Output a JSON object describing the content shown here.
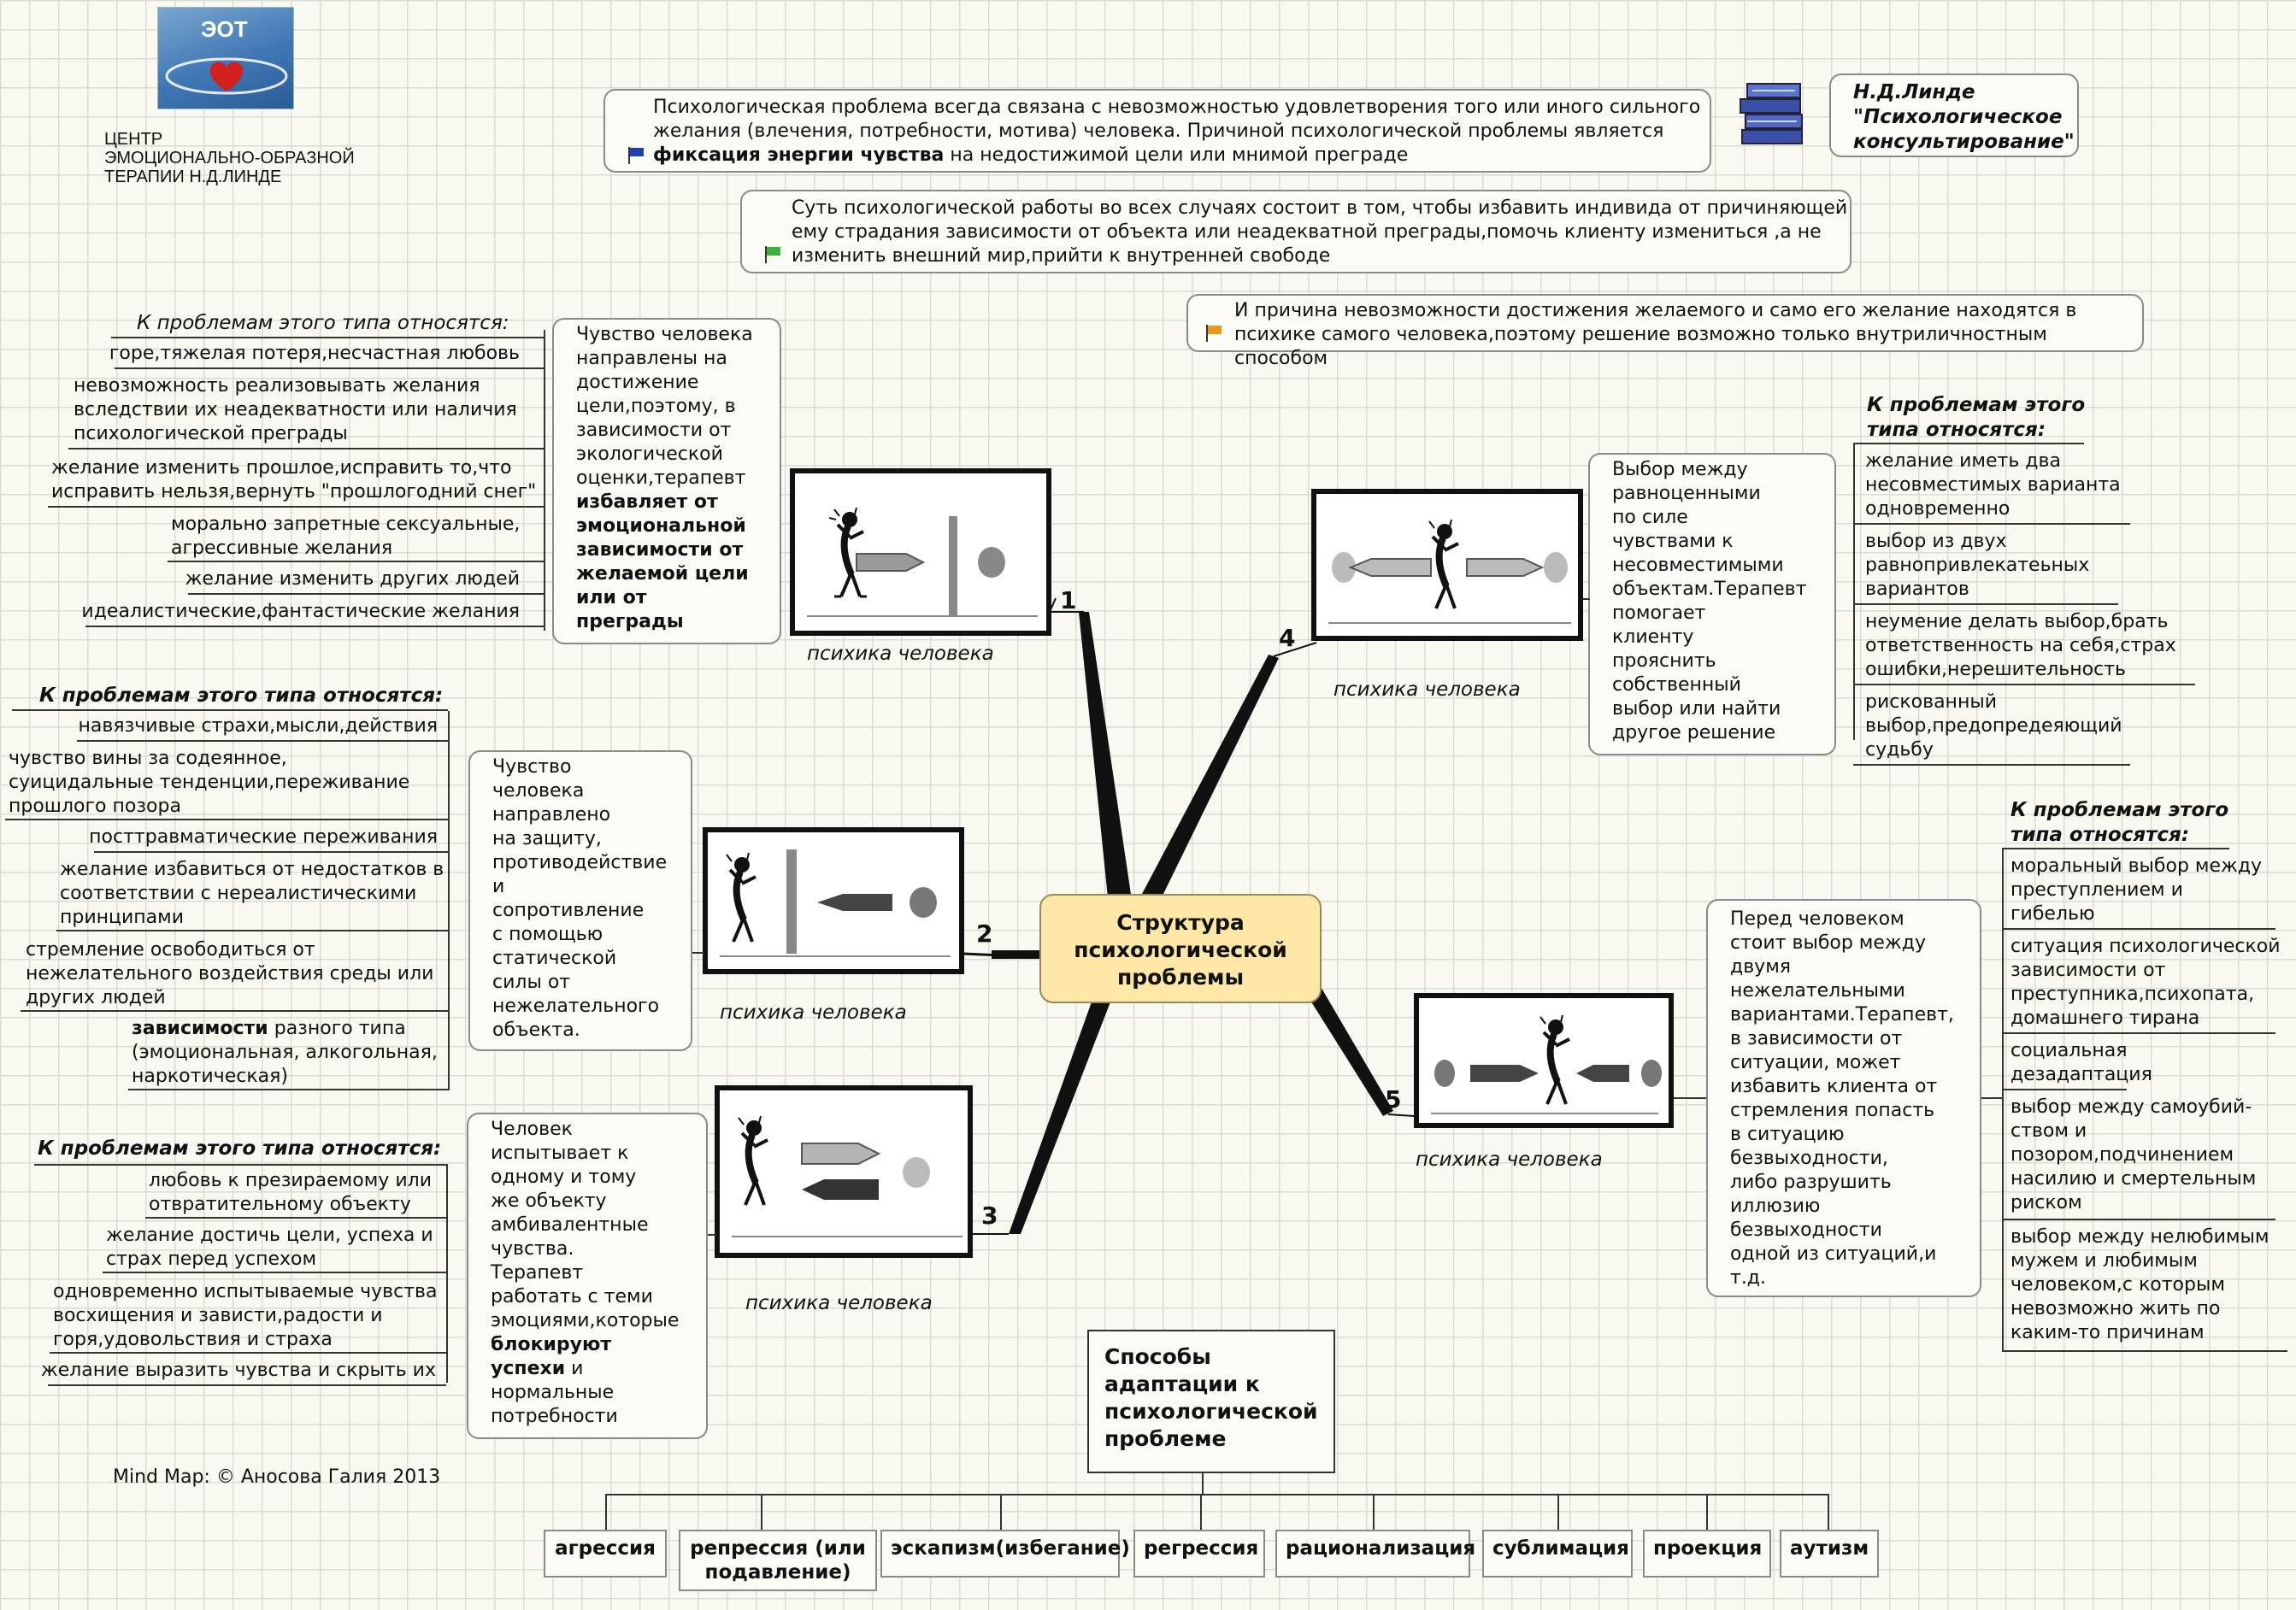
{
  "logo": {
    "text": "ЭОТ"
  },
  "center_title": [
    "ЦЕНТР",
    "ЭМОЦИОНАЛЬНО-ОБРАЗНОЙ",
    "ТЕРАПИИ Н.Д.ЛИНДЕ"
  ],
  "credit": "Mind Map: © Аносова Галия 2013",
  "book": {
    "author": "Н.Д.Линде",
    "title_line1": "\"Психологическое",
    "title_line2": "консультирование\""
  },
  "note1": {
    "line1": "Психологическая проблема всегда связана с невозможностью удовлетворения того или иного сильного",
    "line2": "желания (влечения, потребности, мотива)  человека.   Причиной психологической проблемы является",
    "line3_bold": "фиксация энергии чувства",
    "line3_rest": " на недостижимой цели или мнимой преграде"
  },
  "note2": {
    "line1": "Суть психологической работы во всех случаях состоит в том, чтобы избавить индивида от причиняющей",
    "line2": "ему страдания зависимости от объекта или неадекватной преграды,помочь клиенту измениться ,а не",
    "line3": "изменить внешний мир,прийти к внутренней свободе"
  },
  "note3": {
    "line1": "И причина невозможности достижения желаемого и само его желание находятся в",
    "line2": "психике самого человека,поэтому решение возможно только внутриличностным способом"
  },
  "central": [
    "Структура",
    "психологической",
    "проблемы"
  ],
  "psyche_label": "психика человека",
  "branch1": {
    "number": "1",
    "heading": "К проблемам этого типа относятся:",
    "items": [
      [
        "горе,тяжелая потеря,несчастная любовь"
      ],
      [
        "невозможность реализовывать желания",
        "вследствии их неадекватности  или наличия",
        "психологической преграды"
      ],
      [
        "желание изменить прошлое,исправить то,что",
        "исправить нельзя,вернуть \"прошлогодний снег\""
      ],
      [
        "морально запретные сексуальные,",
        "агрессивные желания"
      ],
      [
        "желание изменить других людей"
      ],
      [
        "идеалистические,фантастические желания"
      ]
    ],
    "desc": [
      "Чувство человека",
      "направлены на",
      "достижение",
      "цели,поэтому, в",
      "зависимости от",
      "экологической",
      "оценки,терапевт"
    ],
    "desc_bold": [
      "избавляет от",
      "эмоциональной",
      "зависимости от",
      "желаемой цели",
      "или     от",
      "преграды"
    ]
  },
  "branch2": {
    "number": "2",
    "heading": "К проблемам этого типа относятся:",
    "items": [
      [
        "навязчивые страхи,мысли,действия"
      ],
      [
        "чувство вины за содеянное,",
        "суицидальные тенденции,переживание",
        "прошлого позора"
      ],
      [
        "посттравматические переживания"
      ],
      [
        "желание избавиться от недостатков в",
        "соответствии  с нереалистическими",
        "принципами"
      ],
      [
        "стремление  освободиться от",
        "нежелательного воздействия среды  или",
        "других людей"
      ]
    ],
    "dep_bold": "зависимости",
    "dep_rest": " разного типа",
    "dep_lines": [
      "(эмоциональная, алкогольная,",
      "наркотическая)"
    ],
    "desc": [
      "Чувство",
      "человека",
      "направлено",
      "на защиту,",
      "противодействие",
      "и",
      "сопротивление",
      "с помощью",
      "статической",
      "силы от",
      "нежелательного",
      "объекта."
    ]
  },
  "branch3": {
    "number": "3",
    "heading": "К проблемам этого типа относятся:",
    "items": [
      [
        "любовь к презираемому или",
        "отвратительному объекту"
      ],
      [
        "желание достичь цели, успеха и",
        "страх перед успехом"
      ],
      [
        "одновременно испытываемые чувства",
        "восхищения и зависти,радости и",
        "горя,удовольствия и страха"
      ],
      [
        "желание выразить чувства и скрыть их"
      ]
    ],
    "desc": [
      "Человек",
      "испытывает к",
      "одному и тому",
      "же объекту",
      "амбивалентные",
      "чувства.",
      "Терапевт",
      "работать с теми",
      "эмоциями,которые"
    ],
    "desc_bold": [
      "блокируют",
      "успехи"
    ],
    "desc_tail_first": " и",
    "desc_tail": [
      "нормальные",
      "потребности"
    ]
  },
  "branch4": {
    "number": "4",
    "heading": [
      "К проблемам этого",
      "типа относятся:"
    ],
    "items": [
      [
        "желание иметь два",
        "несовместимых варианта",
        "одновременно"
      ],
      [
        "выбор из двух",
        "равнопривлекатеьных",
        "вариантов"
      ],
      [
        "неумение делать выбор,брать",
        "ответственность на себя,страх",
        "ошибки,нерешительность"
      ],
      [
        "рискованный",
        "выбор,предопредеяющий",
        "судьбу"
      ]
    ],
    "desc": [
      "Выбор между",
      "равноценными",
      "по   силе",
      "чувствами к",
      "несовместимыми",
      "объектам.Терапевт",
      "помогает",
      "клиенту",
      "прояснить",
      "собственный",
      "выбор или найти",
      "другое решение"
    ]
  },
  "branch5": {
    "number": "5",
    "heading": [
      "К проблемам этого",
      "типа относятся:"
    ],
    "items": [
      [
        "моральный выбор между",
        "преступлением и",
        "гибелью"
      ],
      [
        "ситуация психологической",
        "зависимости от",
        "преступника,психопата,",
        "домашнего тирана"
      ],
      [
        "социальная",
        "дезадаптация"
      ],
      [
        "выбор между самоубий-",
        "ством и",
        "позором,подчинением",
        "насилию и смертельным",
        "риском"
      ],
      [
        "выбор между нелюбимым",
        "мужем и  любимым",
        "человеком,с которым",
        "невозможно жить по",
        "каким-то причинам"
      ]
    ],
    "desc": [
      "Перед человеком",
      "стоит выбор между",
      "двумя",
      "нежелательными",
      "вариантами.Терапевт,",
      "в зависимости от",
      "ситуации, может",
      "избавить клиента от",
      "стремления попасть",
      "в ситуацию",
      "безвыходности,",
      "либо разрушить",
      "иллюзию",
      "безвыходности",
      "одной из ситуаций,и",
      "т.д."
    ]
  },
  "adaptation": {
    "title": [
      "Способы",
      "адаптации к",
      "психологической",
      "проблеме"
    ],
    "items": [
      "агрессия",
      "репрессия (или\nподавление)",
      "эскапизм(избегание)",
      "регрессия",
      "рационализация",
      "сублимация",
      "проекция",
      "аутизм"
    ]
  }
}
